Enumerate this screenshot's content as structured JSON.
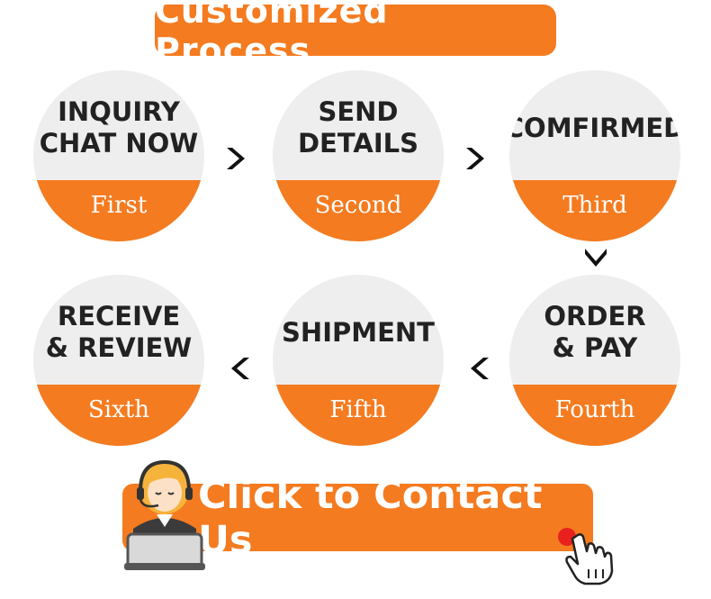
{
  "title": "Customized Process",
  "steps": [
    {
      "name": "INQUIRY\nCHAT NOW",
      "ordinal": "First"
    },
    {
      "name": "SEND\nDETAILS",
      "ordinal": "Second"
    },
    {
      "name": "COMFIRMED",
      "ordinal": "Third"
    },
    {
      "name": "ORDER\n& PAY",
      "ordinal": "Fourth"
    },
    {
      "name": "SHIPMENT",
      "ordinal": "Fifth"
    },
    {
      "name": "RECEIVE\n& REVIEW",
      "ordinal": "Sixth"
    }
  ],
  "cta": {
    "label": "Click to Contact Us"
  },
  "colors": {
    "accent": "#f47b20",
    "circle": "#eeeeee",
    "text": "#222222"
  },
  "icons": {
    "arrow_right": "chevron-right-icon",
    "arrow_down": "chevron-down-icon",
    "arrow_left": "chevron-left-icon",
    "agent": "support-agent-icon",
    "hand": "pointing-hand-icon"
  }
}
